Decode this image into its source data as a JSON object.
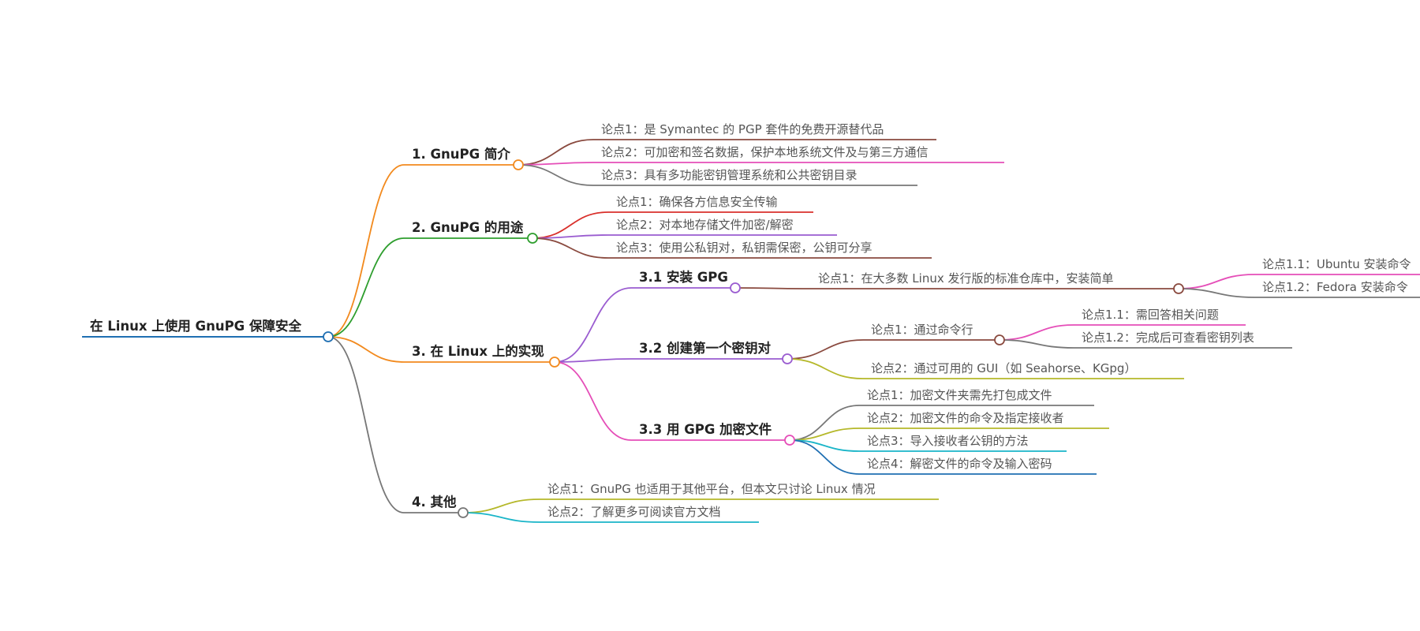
{
  "root": {
    "label": "在 Linux 上使用 GnuPG 保障安全",
    "color": "#1f6fb2"
  },
  "branches": [
    {
      "label": "1. GnuPG 简介",
      "color": "#f28a1e",
      "children": [
        {
          "label": "论点1：是 Symantec 的 PGP 套件的免费开源替代品",
          "color": "#8a4a3f"
        },
        {
          "label": "论点2：可加密和签名数据，保护本地系统文件及与第三方通信",
          "color": "#e54eb8"
        },
        {
          "label": "论点3：具有多功能密钥管理系统和公共密钥目录",
          "color": "#777777"
        }
      ]
    },
    {
      "label": "2. GnuPG 的用途",
      "color": "#2e9e2e",
      "children": [
        {
          "label": "论点1：确保各方信息安全传输",
          "color": "#d9302b"
        },
        {
          "label": "论点2：对本地存储文件加密/解密",
          "color": "#9a5cd0"
        },
        {
          "label": "论点3：使用公私钥对，私钥需保密，公钥可分享",
          "color": "#8a4a3f"
        }
      ]
    },
    {
      "label": "3. 在 Linux 上的实现",
      "color": "#f28a1e",
      "children": [
        {
          "label": "3.1 安装 GPG",
          "color": "#9a5cd0",
          "children": [
            {
              "label": "论点1：在大多数 Linux 发行版的标准仓库中，安装简单",
              "color": "#8a4a3f",
              "children": [
                {
                  "label": "论点1.1：Ubuntu 安装命令",
                  "color": "#e54eb8"
                },
                {
                  "label": "论点1.2：Fedora 安装命令",
                  "color": "#777777"
                }
              ]
            }
          ]
        },
        {
          "label": "3.2 创建第一个密钥对",
          "color": "#9a5cd0",
          "children": [
            {
              "label": "论点1：通过命令行",
              "color": "#8a4a3f",
              "children": [
                {
                  "label": "论点1.1：需回答相关问题",
                  "color": "#e54eb8"
                },
                {
                  "label": "论点1.2：完成后可查看密钥列表",
                  "color": "#777777"
                }
              ]
            },
            {
              "label": "论点2：通过可用的 GUI（如 Seahorse、KGpg）",
              "color": "#b5b82a"
            }
          ]
        },
        {
          "label": "3.3 用 GPG 加密文件",
          "color": "#e54eb8",
          "children": [
            {
              "label": "论点1：加密文件夹需先打包成文件",
              "color": "#777777"
            },
            {
              "label": "论点2：加密文件的命令及指定接收者",
              "color": "#b5b82a"
            },
            {
              "label": "论点3：导入接收者公钥的方法",
              "color": "#1ab5c8"
            },
            {
              "label": "论点4：解密文件的命令及输入密码",
              "color": "#1f6fb2"
            }
          ]
        }
      ]
    },
    {
      "label": "4. 其他",
      "color": "#777777",
      "children": [
        {
          "label": "论点1：GnuPG 也适用于其他平台，但本文只讨论 Linux 情况",
          "color": "#b5b82a"
        },
        {
          "label": "论点2：了解更多可阅读官方文档",
          "color": "#1ab5c8"
        }
      ]
    }
  ]
}
